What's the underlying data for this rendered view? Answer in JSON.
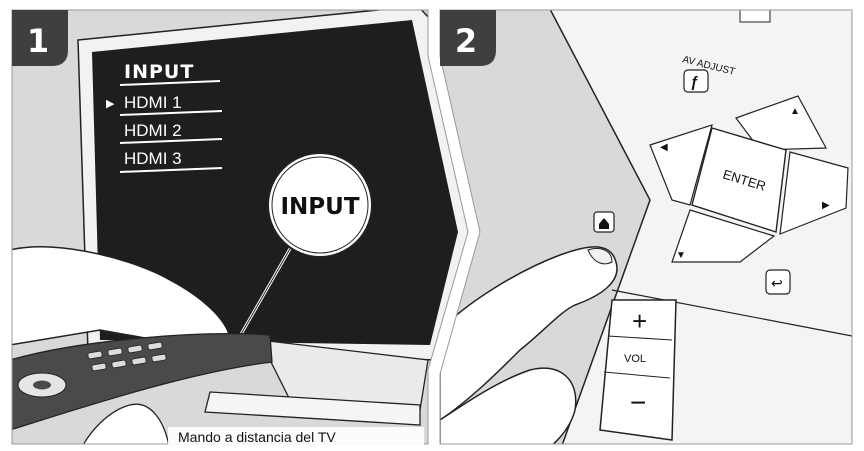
{
  "panel1": {
    "step_number": "1",
    "tv_menu": {
      "title": "INPUT",
      "selected_marker": "▶",
      "items": [
        "HDMI 1",
        "HDMI 2",
        "HDMI 3"
      ]
    },
    "callout_label": "INPUT",
    "caption": "Mando a distancia del TV"
  },
  "panel2": {
    "step_number": "2",
    "av_adjust_label": "AV ADJUST",
    "enter_label": "ENTER",
    "vol_label": "VOL",
    "vol_plus": "+",
    "vol_minus": "−"
  },
  "colors": {
    "badge": "#3f3f3f",
    "background_gray": "#d9d9d9",
    "screen": "#1e1e1e",
    "line": "#222222"
  }
}
